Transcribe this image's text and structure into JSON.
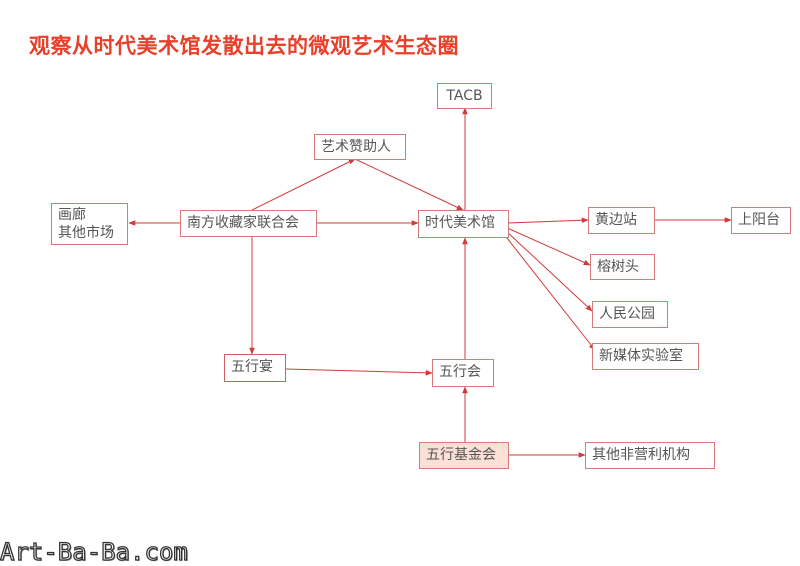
{
  "title": "观察从时代美术馆发散出去的微观艺术生态圈",
  "nodes": {
    "tacb": "TACB",
    "sponsor": "艺术赞助人",
    "gallery_line1": "画廊",
    "gallery_line2": "其他市场",
    "collectors": "南方收藏家联合会",
    "times_museum": "时代美术馆",
    "huangbian": "黄边站",
    "shangyang": "上阳台",
    "rongshutou": "榕树头",
    "peoples_park": "人民公园",
    "new_media_lab": "新媒体实验室",
    "wuxing_banquet": "五行宴",
    "wuxing_society": "五行会",
    "wuxing_foundation": "五行基金会",
    "other_nonprofits": "其他非营利机构"
  },
  "watermark": "Art-Ba-Ba.com",
  "colors": {
    "title": "#e8402a",
    "line": "#d23a3a",
    "border": "#d77a7a",
    "highlight_fill": "#fce0d6"
  }
}
